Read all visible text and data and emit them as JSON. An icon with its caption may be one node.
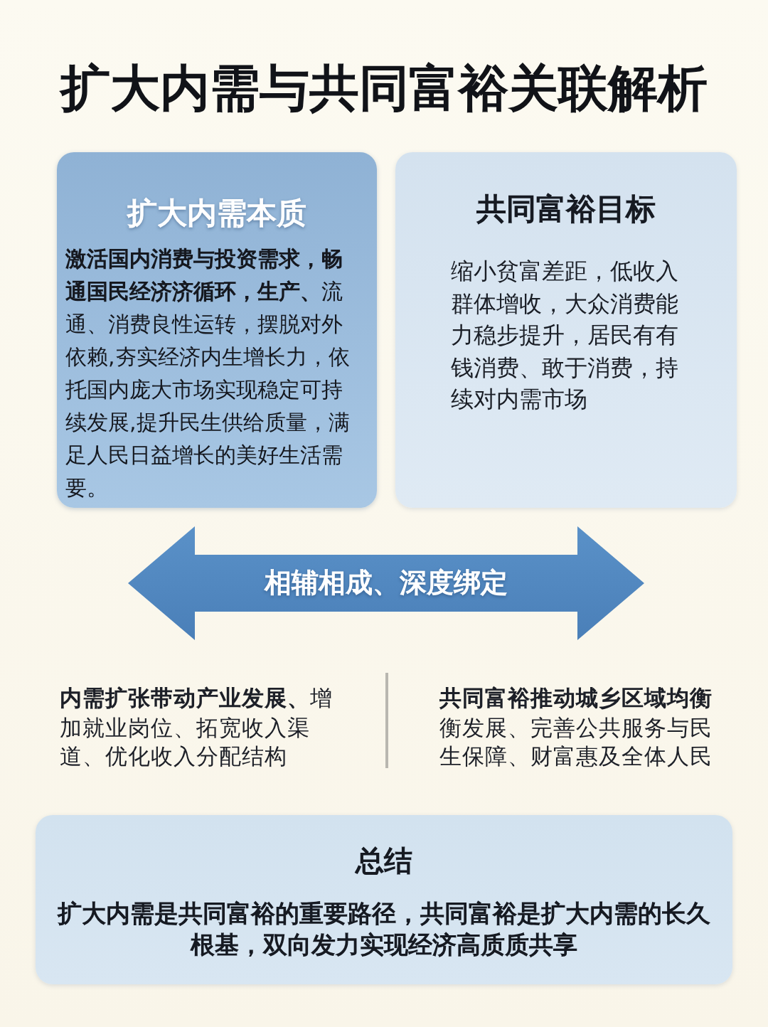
{
  "diagram": {
    "title": "扩大内需与共同富裕关联解析",
    "nodes": [
      {
        "text": [
          "扩大内需本质",
          "**激活国内消费与投资需求，畅通国民经济济循环，生产、**流通、消费良性运转，摆脱对外依赖,夯实经济内生增长力，依托国内庞大市场实现稳定可持续发展,提升民生供给质量，满足人民日益增长的美好生活需要。"
        ]
      },
      {
        "text": [
          "共同富裕目标",
          "缩小贫富差距，低收入群体增收，大众消费能力稳步提升，居民有有钱消费、敢于消费，持续对内需市场"
        ]
      },
      {
        "text": [
          "相辅相成、深度绑定"
        ]
      },
      {
        "text": [
          "总结",
          "扩大内需是共同富裕的重要路径，共同富裕是扩大内需的长久根基，双向发力实现经济高质质共享"
        ]
      }
    ],
    "labels": [
      "**内需扩张带动产业发展、**增加就业岗位、拓宽收入渠道、优化收入分配结构",
      "**共同富裕推动城乡区域均衡**衡发展、完善公共服务与民生保障、财富惠及全体人民"
    ]
  }
}
